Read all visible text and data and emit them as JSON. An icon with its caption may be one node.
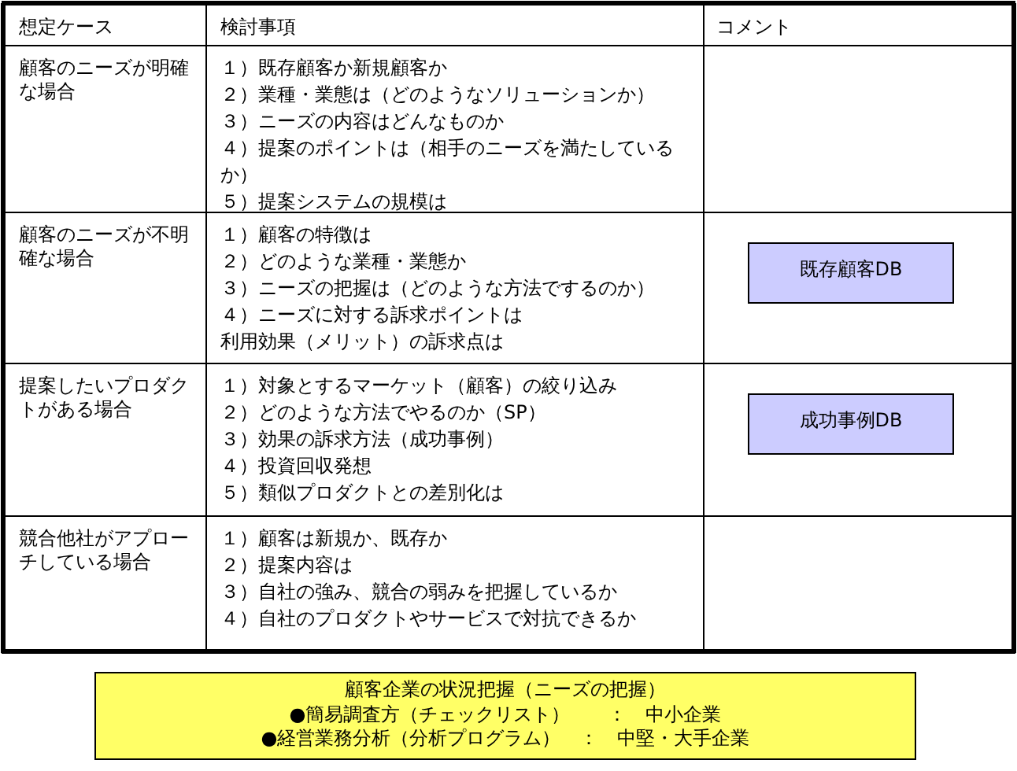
{
  "diagram": {
    "nodes": [
      {
        "text": [
          "既存顧客DB"
        ]
      },
      {
        "text": [
          "成功事例DB"
        ]
      },
      {
        "text": [
          "顧客企業の状況把握（ニーズの把握）",
          "●簡易調査方（チェックリスト）　　：　中小企業",
          "●経営業務分析（分析プログラム）　：　中堅・大手企業"
        ]
      }
    ],
    "labels": [
      "想定ケース",
      "検討事項",
      "コメント",
      "顧客のニーズが明確な場合",
      "１）既存顧客か新規顧客か",
      "２）業種・業態は（どのようなソリューションか）",
      "３）ニーズの内容はどんなものか",
      "４）提案のポイントは（相手のニーズを満たしているか）",
      "５）提案システムの規模は",
      "顧客のニーズが不明確な場合",
      "１）顧客の特徴は",
      "２）どのような業種・業態か",
      "３）ニーズの把握は（どのような方法でするのか）",
      "４）ニーズに対する訴求ポイントは",
      "利用効果（メリット）の訴求点は",
      "提案したいプロダクトがある場合",
      "１）対象とするマーケット（顧客）の絞り込み",
      "２）どのような方法でやるのか（SP）",
      "３）効果の訴求方法（成功事例）",
      "４）投資回収発想",
      "５）類似プロダクトとの差別化は",
      "競合他社がアプローチしている場合",
      "１）顧客は新規か、既存か",
      "２）提案内容は",
      "３）自社の強み、競合の弱みを把握しているか",
      "４）自社のプロダクトやサービスで対抗できるか"
    ]
  }
}
